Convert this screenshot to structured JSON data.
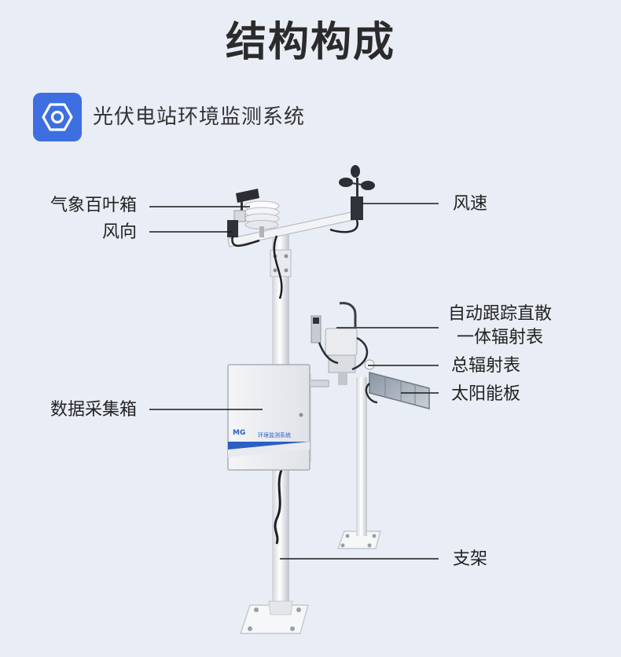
{
  "header": {
    "title": "结构构成"
  },
  "badge": {
    "icon": "hexagon-nut-icon",
    "color": "#3d6fe0"
  },
  "subtitle": "光伏电站环境监测系统",
  "labels": {
    "louver_box": "气象百叶箱",
    "wind_direction": "风向",
    "wind_speed": "风速",
    "tracking_radiation_line1": "自动跟踪直散",
    "tracking_radiation_line2": "一体辐射表",
    "total_radiation": "总辐射表",
    "solar_panel": "太阳能板",
    "data_box": "数据采集箱",
    "support": "支架"
  },
  "device": {
    "box_logo": "MG",
    "box_panel_text": "环境监测系统"
  },
  "colors": {
    "background": "#e9edf5",
    "accent": "#3d6fe0",
    "leader_line": "#1a1a1a",
    "box_stripe": "#2a5fc4"
  }
}
